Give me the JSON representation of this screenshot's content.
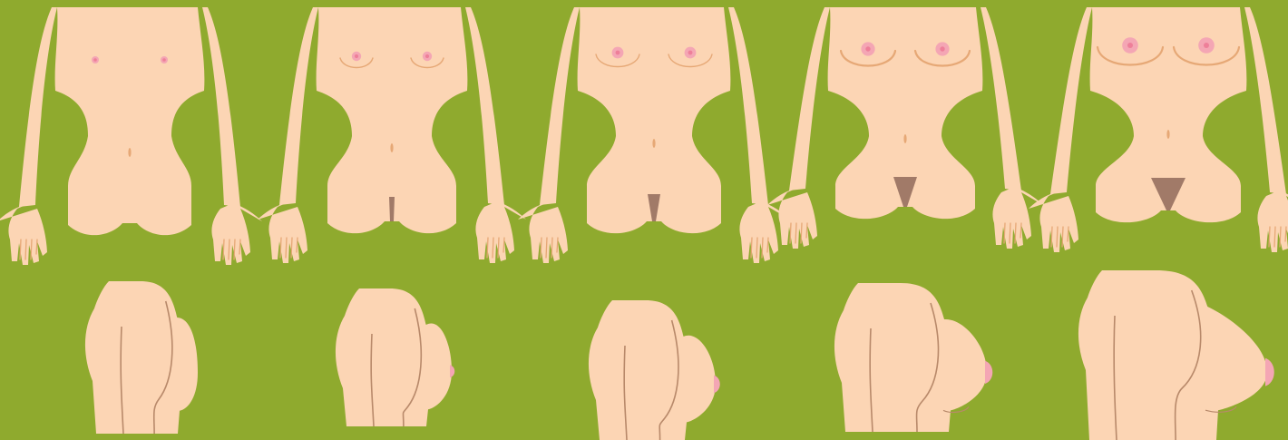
{
  "colors": {
    "background": "#8faa2e",
    "skin": "#fcd5b4",
    "crease": "#e6a876",
    "line": "#b8896a",
    "areola": "#f4a6b4",
    "nipple": "#ee7f99",
    "hair": "#a17a68"
  },
  "stages": [
    {
      "id": "stage-1",
      "breast": 0,
      "hair": 0
    },
    {
      "id": "stage-2",
      "breast": 1,
      "hair": 1
    },
    {
      "id": "stage-3",
      "breast": 2,
      "hair": 2
    },
    {
      "id": "stage-4",
      "breast": 3,
      "hair": 3
    },
    {
      "id": "stage-5",
      "breast": 4,
      "hair": 4
    }
  ]
}
